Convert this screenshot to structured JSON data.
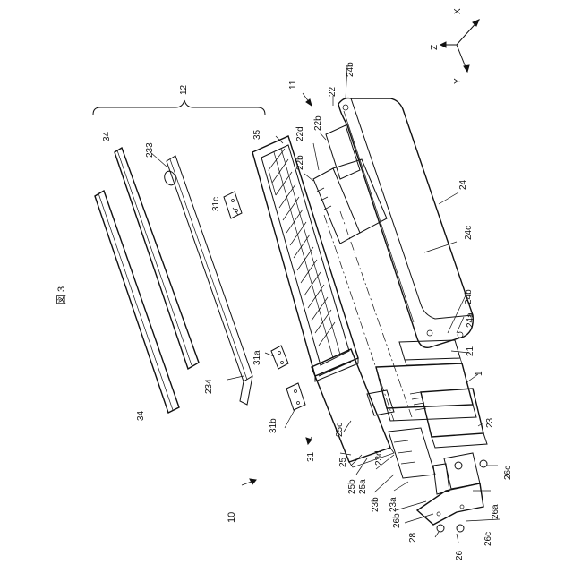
{
  "figure_title": "図 3",
  "axes": {
    "x": "X",
    "y": "Y",
    "z": "Z"
  },
  "labels": {
    "l10": "10",
    "l11": "11",
    "l12": "12",
    "l1": "1",
    "l21": "21",
    "l22": "22",
    "l22b_top": "22b",
    "l22d": "22d",
    "l22b_mid": "22b",
    "l23": "23",
    "l23a": "23a",
    "l23b": "23b",
    "l23d": "23d",
    "l24": "24",
    "l24a": "24a",
    "l24b_top": "24b",
    "l24b_mid": "24b",
    "l24c": "24c",
    "l25": "25",
    "l25a": "25a",
    "l25b": "25b",
    "l25c": "25c",
    "l26": "26",
    "l26a": "26a",
    "l26b": "26b",
    "l26c_top": "26c",
    "l26c_bot": "26c",
    "l28": "28",
    "l31": "31",
    "l31a": "31a",
    "l31b": "31b",
    "l31c": "31c",
    "l34_top": "34",
    "l34_bot": "34",
    "l35": "35",
    "l233": "233",
    "l234": "234"
  }
}
